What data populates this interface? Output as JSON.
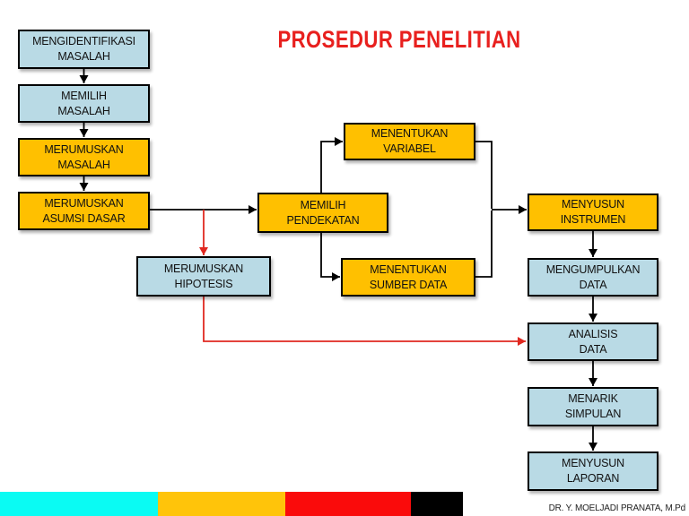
{
  "title": {
    "text": "PROSEDUR PENELITIAN",
    "color": "#E8201E"
  },
  "colors": {
    "blue": "#B9DAE5",
    "gold": "#FFC000",
    "line": "#000000",
    "highlight": "#E02820"
  },
  "nodes": [
    {
      "id": "mengidentifikasi-masalah",
      "label": "MENGIDENTIFIKASI\nMASALAH",
      "fill": "blue"
    },
    {
      "id": "memilih-masalah",
      "label": "MEMILIH\nMASALAH",
      "fill": "blue"
    },
    {
      "id": "merumuskan-masalah",
      "label": "MERUMUSKAN\nMASALAH",
      "fill": "gold"
    },
    {
      "id": "merumuskan-asumsi-dasar",
      "label": "MERUMUSKAN\nASUMSI DASAR",
      "fill": "gold"
    },
    {
      "id": "merumuskan-hipotesis",
      "label": "MERUMUSKAN\nHIPOTESIS",
      "fill": "blue"
    },
    {
      "id": "memilih-pendekatan",
      "label": "MEMILIH\nPENDEKATAN",
      "fill": "gold"
    },
    {
      "id": "menentukan-variabel",
      "label": "MENENTUKAN\nVARIABEL",
      "fill": "gold"
    },
    {
      "id": "menentukan-sumber-data",
      "label": "MENENTUKAN\nSUMBER DATA",
      "fill": "gold"
    },
    {
      "id": "menyusun-instrumen",
      "label": "MENYUSUN\nINSTRUMEN",
      "fill": "gold"
    },
    {
      "id": "mengumpulkan-data",
      "label": "MENGUMPULKAN\nDATA",
      "fill": "blue"
    },
    {
      "id": "analisis-data",
      "label": "ANALISIS\nDATA",
      "fill": "blue"
    },
    {
      "id": "menarik-simpulan",
      "label": "MENARIK\nSIMPULAN",
      "fill": "blue"
    },
    {
      "id": "menyusun-laporan",
      "label": "MENYUSUN\nLAPORAN",
      "fill": "blue"
    }
  ],
  "edges": [
    {
      "from": "mengidentifikasi-masalah",
      "to": "memilih-masalah",
      "color": "black"
    },
    {
      "from": "memilih-masalah",
      "to": "merumuskan-masalah",
      "color": "black"
    },
    {
      "from": "merumuskan-masalah",
      "to": "merumuskan-asumsi-dasar",
      "color": "black"
    },
    {
      "from": "merumuskan-asumsi-dasar",
      "to": "memilih-pendekatan",
      "color": "black"
    },
    {
      "from": "merumuskan-asumsi-dasar",
      "to": "merumuskan-hipotesis",
      "color": "red"
    },
    {
      "from": "memilih-pendekatan",
      "to": "menentukan-variabel",
      "color": "black"
    },
    {
      "from": "memilih-pendekatan",
      "to": "menentukan-sumber-data",
      "color": "black"
    },
    {
      "from": "menentukan-variabel",
      "to": "menyusun-instrumen",
      "color": "black"
    },
    {
      "from": "menentukan-sumber-data",
      "to": "menyusun-instrumen",
      "color": "black"
    },
    {
      "from": "merumuskan-hipotesis",
      "to": "analisis-data",
      "color": "red"
    },
    {
      "from": "menyusun-instrumen",
      "to": "mengumpulkan-data",
      "color": "black"
    },
    {
      "from": "mengumpulkan-data",
      "to": "analisis-data",
      "color": "black"
    },
    {
      "from": "analisis-data",
      "to": "menarik-simpulan",
      "color": "black"
    },
    {
      "from": "menarik-simpulan",
      "to": "menyusun-laporan",
      "color": "black"
    }
  ],
  "footer": {
    "credit": "DR. Y. MOELJADI PRANATA, M.Pd",
    "stripe": [
      {
        "name": "cyan",
        "color": "#0AFBF3"
      },
      {
        "name": "gold",
        "color": "#FFC40A"
      },
      {
        "name": "red",
        "color": "#FA0B0B"
      },
      {
        "name": "black",
        "color": "#000000"
      }
    ]
  }
}
